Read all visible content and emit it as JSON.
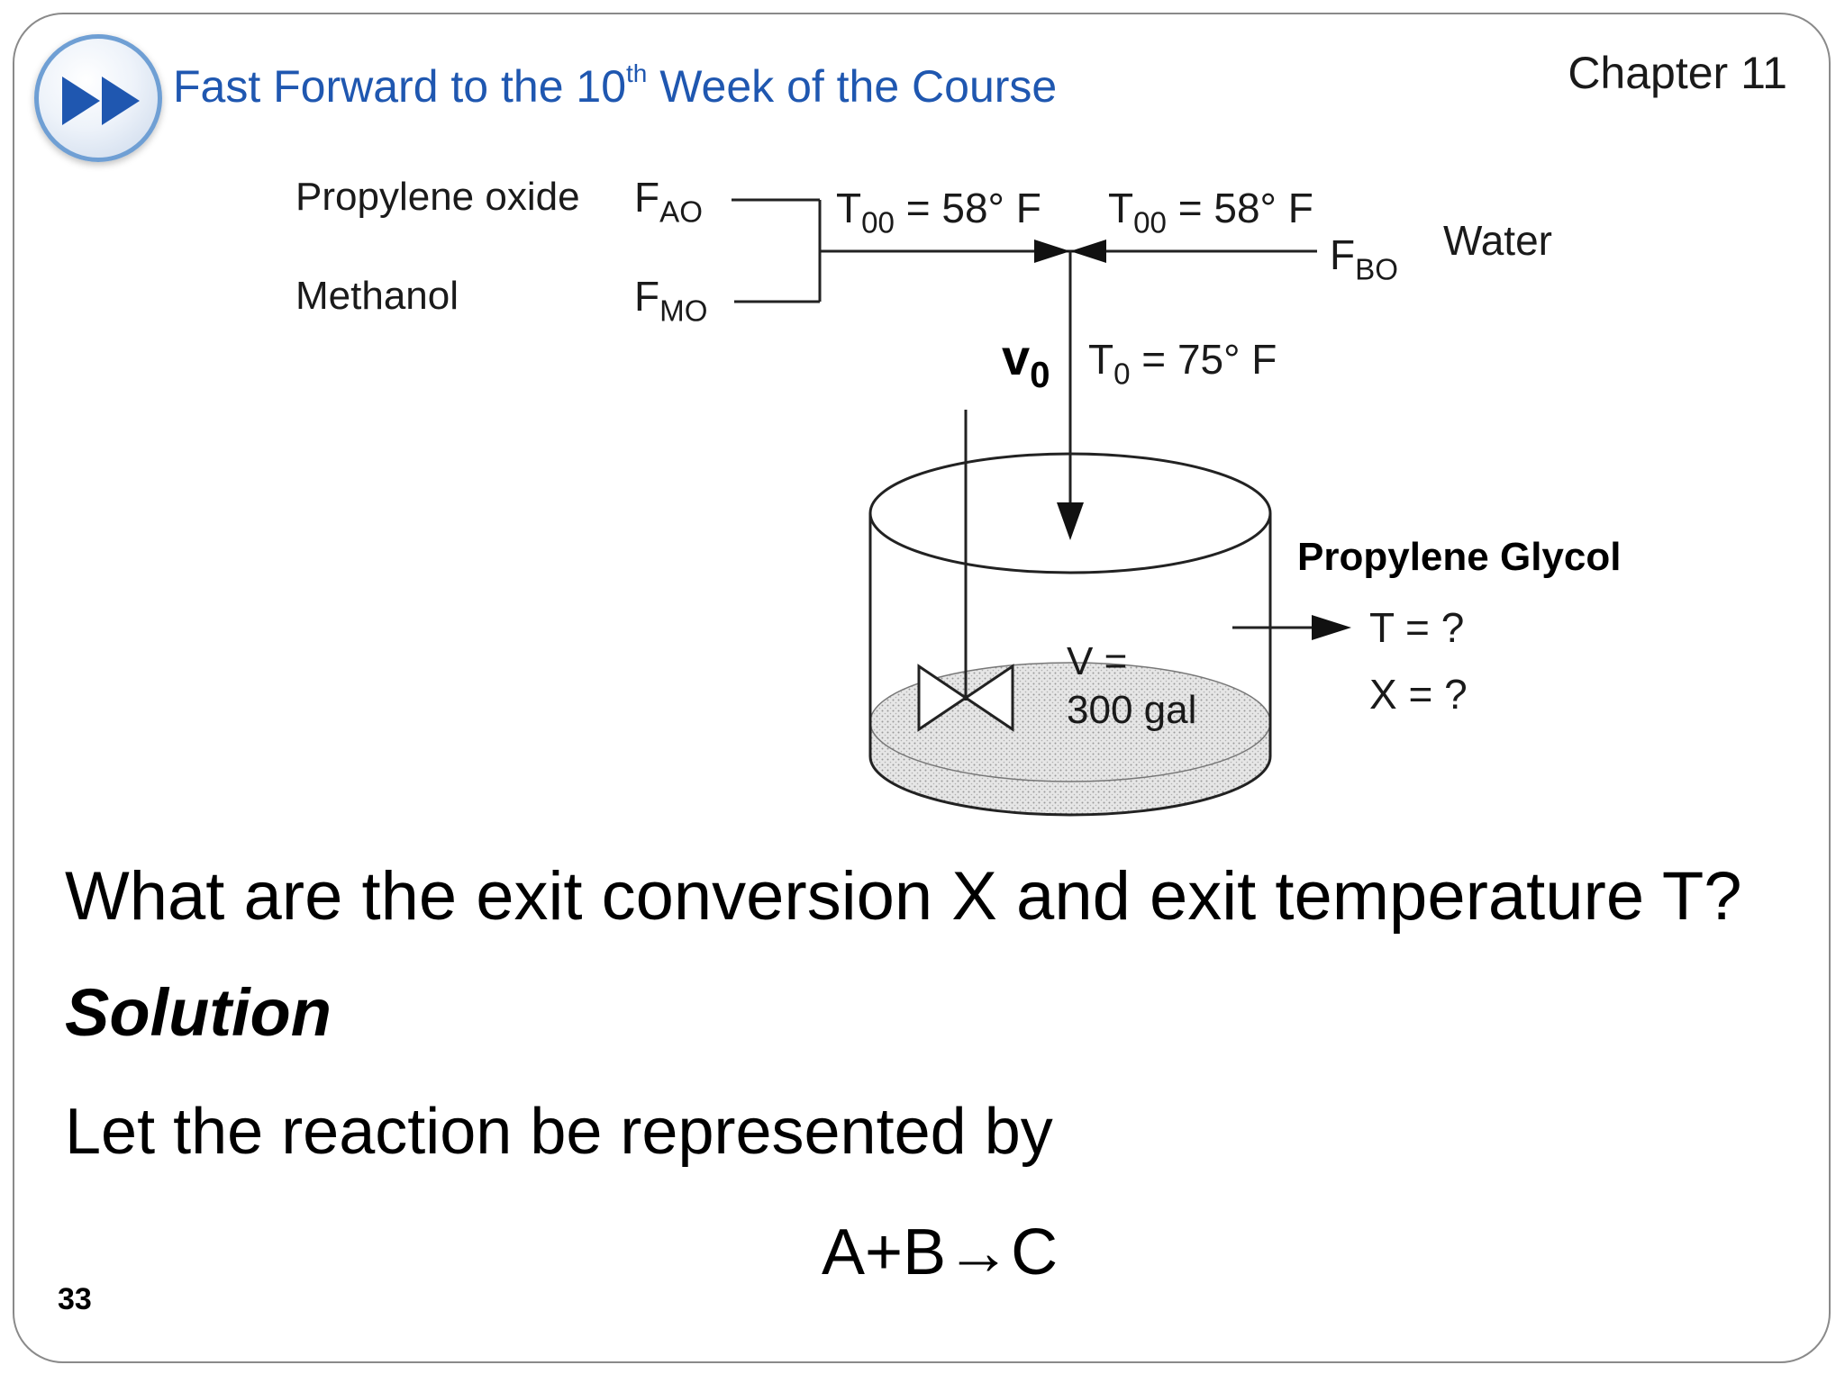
{
  "header": {
    "title_prefix": "Fast Forward to the 10",
    "title_sup": "th",
    "title_suffix": " Week of the Course",
    "chapter": "Chapter 11"
  },
  "diagram": {
    "propylene_oxide": "Propylene oxide",
    "methanol": "Methanol",
    "fao_main": "F",
    "fao_sub": "AO",
    "fmo_main": "F",
    "fmo_sub": "MO",
    "t00_left_main": "T",
    "t00_left_sub": "00",
    "t00_left_rest": " = 58° F",
    "t00_right_main": "T",
    "t00_right_sub": "00",
    "t00_right_rest": " = 58° F",
    "fbo_main": "F",
    "fbo_sub": "BO",
    "water": "Water",
    "v0_main": "v",
    "v0_sub": "0",
    "t0_main": "T",
    "t0_sub": "0",
    "t0_rest": " = 75° F",
    "volume_line1": "V =",
    "volume_line2": "300 gal",
    "product": "Propylene Glycol",
    "exit_t": "T = ?",
    "exit_x": "X = ?"
  },
  "body": {
    "question": "What are the exit conversion X  and exit temperature T?",
    "solution": "Solution",
    "reaction_intro": "Let the reaction be represented by",
    "reaction_eq": "A+B→C"
  },
  "footer": {
    "slide_number": "33"
  },
  "colors": {
    "title": "#1f57b0",
    "button_ring": "#6f9fd4",
    "button_arrows": "#1f57b0"
  },
  "icons": {
    "nav_button": "fast-forward-icon"
  }
}
